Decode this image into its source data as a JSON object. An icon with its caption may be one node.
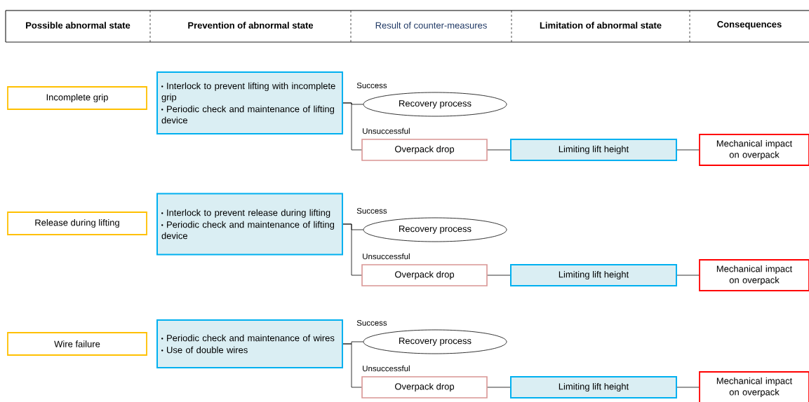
{
  "diagram": {
    "nodes": [
      {
        "text": [
          "Incomplete grip"
        ]
      },
      {
        "text": [
          "Interlock to prevent lifting with incomplete grip",
          "Periodic check and maintenance of lifting device"
        ]
      },
      {
        "text": [
          "Recovery process"
        ]
      },
      {
        "text": [
          "Overpack drop"
        ]
      },
      {
        "text": [
          "Limiting lift height"
        ]
      },
      {
        "text": [
          "Mechanical impact on overpack"
        ]
      },
      {
        "text": [
          "Release during lifting"
        ]
      },
      {
        "text": [
          "Interlock to prevent release during lifting",
          "Periodic check and maintenance of lifting device"
        ]
      },
      {
        "text": [
          "Recovery process"
        ]
      },
      {
        "text": [
          "Overpack drop"
        ]
      },
      {
        "text": [
          "Limiting lift height"
        ]
      },
      {
        "text": [
          "Mechanical impact on overpack"
        ]
      },
      {
        "text": [
          "Wire failure"
        ]
      },
      {
        "text": [
          "Periodic check and maintenance of wires",
          "Use of double wires"
        ]
      },
      {
        "text": [
          "Recovery process"
        ]
      },
      {
        "text": [
          "Overpack drop"
        ]
      },
      {
        "text": [
          "Limiting lift height"
        ]
      },
      {
        "text": [
          "Mechanical impact on overpack"
        ]
      }
    ],
    "edges": [
      {
        "from": 1,
        "to": 2,
        "arrow": "none",
        "label": "Success"
      },
      {
        "from": 1,
        "to": 3,
        "arrow": "none",
        "label": "Unsuccessful"
      },
      {
        "from": 3,
        "to": 4,
        "arrow": "none"
      },
      {
        "from": 4,
        "to": 5,
        "arrow": "none"
      },
      {
        "from": 7,
        "to": 8,
        "arrow": "none",
        "label": "Success"
      },
      {
        "from": 7,
        "to": 9,
        "arrow": "none",
        "label": "Unsuccessful"
      },
      {
        "from": 9,
        "to": 10,
        "arrow": "none"
      },
      {
        "from": 10,
        "to": 11,
        "arrow": "none"
      },
      {
        "from": 13,
        "to": 14,
        "arrow": "none",
        "label": "Success"
      },
      {
        "from": 13,
        "to": 15,
        "arrow": "none",
        "label": "Unsuccessful"
      },
      {
        "from": 15,
        "to": 16,
        "arrow": "none"
      },
      {
        "from": 16,
        "to": 17,
        "arrow": "none"
      }
    ],
    "labels": [
      "Possible abnormal state",
      "Prevention of abnormal state",
      "Result of counter-measures",
      "Limitation of abnormal state",
      "Consequences"
    ]
  }
}
